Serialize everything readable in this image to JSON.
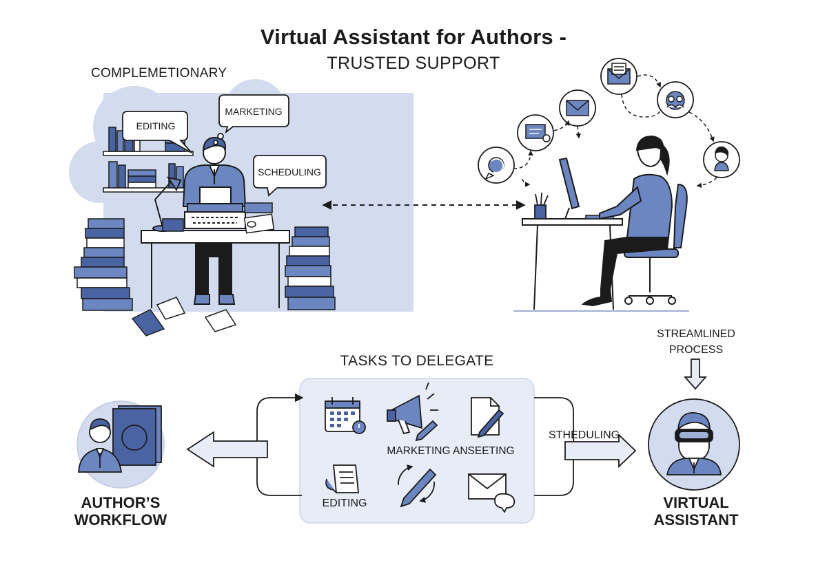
{
  "title": {
    "line1": "Virtual Assistant for Authors -",
    "line2": "TRUSTED SUPPORT"
  },
  "author_scene": {
    "heading": "COMPLEMETIONARY",
    "bubbles": [
      "EDITING",
      "MARKETING",
      "SCHEDULING"
    ]
  },
  "process": {
    "streamlined_line1": "STREAMLINED",
    "streamlined_line2": "PROCESS"
  },
  "delegate": {
    "heading": "TASKS TO DELEGATE",
    "marketing_label": "MARKETING ANSEETING",
    "editing_label": "EDITING",
    "arrow_label": "STHEDULING"
  },
  "author_workflow": {
    "line1": "AUTHOR’S",
    "line2": "WORKFLOW"
  },
  "virtual_assistant": {
    "line1": "VIRTUAL",
    "line2": "ASSISTANT"
  },
  "colors": {
    "accent": "#6b86c0",
    "accent_dark": "#4a64a3",
    "panel": "#d3dcee",
    "panel_light": "#e7ecf6",
    "ink": "#1b1b1b"
  },
  "icons": [
    "envelope-icon",
    "group-icon",
    "person-icon",
    "chat-icon",
    "refresh-icon",
    "calendar-icon",
    "megaphone-icon",
    "document-pen-icon",
    "scroll-icon",
    "pen-icon",
    "mail-chat-icon",
    "author-book-icon",
    "vr-assistant-icon"
  ]
}
